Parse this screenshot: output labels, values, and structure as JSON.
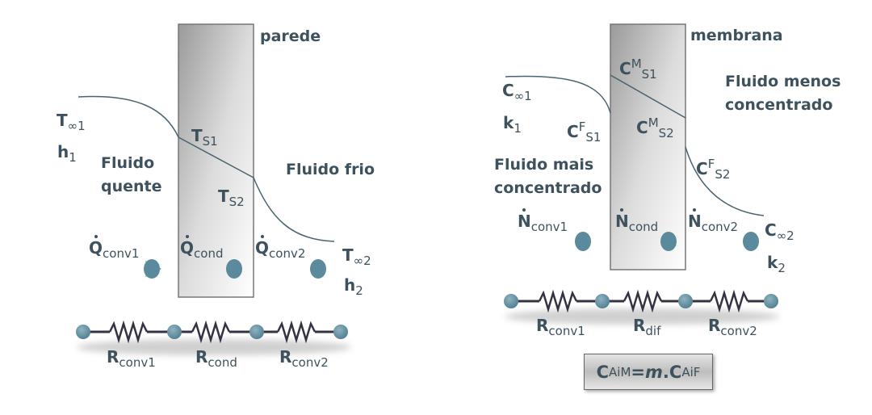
{
  "left": {
    "wall_label": "parede",
    "fluid_hot": [
      "Fluido",
      "quente"
    ],
    "fluid_cold": "Fluido frio",
    "t_inf1": {
      "base": "T",
      "sub": "∞1"
    },
    "h1": {
      "base": "h",
      "sub": "1"
    },
    "t_s1": {
      "base": "T",
      "sub": "S1"
    },
    "t_s2": {
      "base": "T",
      "sub": "S2"
    },
    "t_inf2": {
      "base": "T",
      "sub": "∞2"
    },
    "h2": {
      "base": "h",
      "sub": "2"
    },
    "q_conv1": {
      "base": "Q",
      "sub": "conv1"
    },
    "q_cond": {
      "base": "Q",
      "sub": "cond"
    },
    "q_conv2": {
      "base": "Q",
      "sub": "conv2"
    },
    "r_conv1": {
      "base": "R",
      "sub": "conv1"
    },
    "r_cond": {
      "base": "R",
      "sub": "cond"
    },
    "r_conv2": {
      "base": "R",
      "sub": "conv2"
    }
  },
  "right": {
    "membrane_label": "membrana",
    "fluid_less": [
      "Fluido menos",
      "concentrado"
    ],
    "fluid_more": [
      "Fluido mais",
      "concentrado"
    ],
    "c_inf1": {
      "base": "C",
      "sub": "∞1"
    },
    "k1": {
      "base": "k",
      "sub": "1"
    },
    "c_f_s1": {
      "base": "C",
      "sup": "F",
      "sub": "S1"
    },
    "c_m_s1": {
      "base": "C",
      "sup": "M",
      "sub": "S1"
    },
    "c_m_s2": {
      "base": "C",
      "sup": "M",
      "sub": "S2"
    },
    "c_f_s2": {
      "base": "C",
      "sup": "F",
      "sub": "S2"
    },
    "c_inf2": {
      "base": "C",
      "sub": "∞2"
    },
    "k2": {
      "base": "k",
      "sub": "2"
    },
    "n_conv1": {
      "base": "N",
      "sub": "conv1"
    },
    "n_cond": {
      "base": "N",
      "sub": "cond"
    },
    "n_conv2": {
      "base": "N",
      "sub": "conv2"
    },
    "r_conv1": {
      "base": "R",
      "sub": "conv1"
    },
    "r_dif": {
      "base": "R",
      "sub": "dif"
    },
    "r_conv2": {
      "base": "R",
      "sub": "conv2"
    },
    "equation": {
      "c1": "C",
      "s1sub": "Ai",
      "s1sup": "M",
      "eq": "=",
      "m": "m",
      "dot": ".",
      "c2": "C",
      "s2sub": "Ai",
      "s2sup": "F"
    }
  },
  "colors": {
    "curve": "#4a6470",
    "arrow": "#5b8a9c",
    "node": "#5e8c9b",
    "text": "#3e525d"
  }
}
